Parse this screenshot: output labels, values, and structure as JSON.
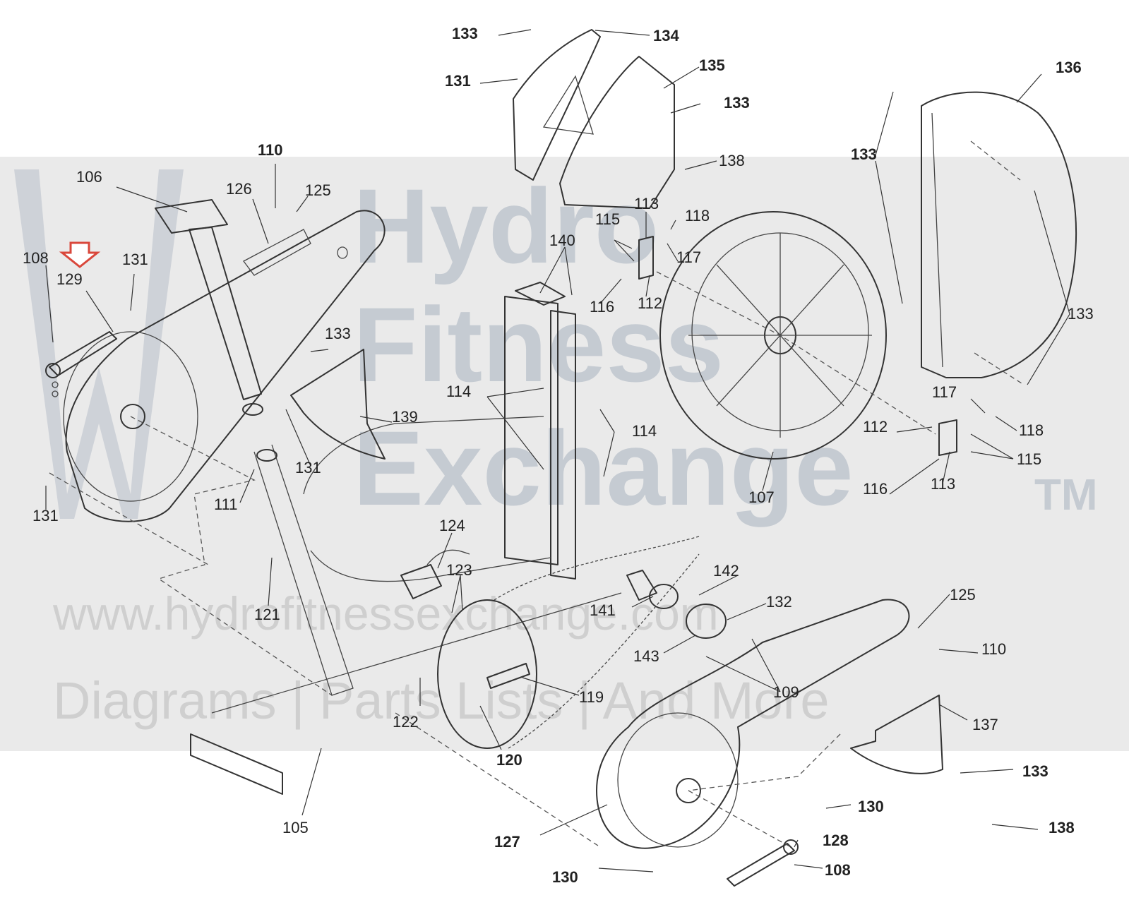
{
  "watermark": {
    "brand_line1": "Hydro",
    "brand_line2": "Fitness",
    "brand_line3": "Exchange",
    "trademark": "TM",
    "url": "www.hydrofitnessexchange.com",
    "tagline": "Diagrams | Parts Lists | And More"
  },
  "highlight_arrow_color": "#d9473b",
  "parts": [
    {
      "label": "133",
      "bold": true
    },
    {
      "label": "134",
      "bold": true
    },
    {
      "label": "131",
      "bold": true
    },
    {
      "label": "135",
      "bold": true
    },
    {
      "label": "133",
      "bold": true
    },
    {
      "label": "138",
      "bold": false
    },
    {
      "label": "136",
      "bold": true
    },
    {
      "label": "133",
      "bold": true
    },
    {
      "label": "133",
      "bold": false
    },
    {
      "label": "110",
      "bold": true
    },
    {
      "label": "106",
      "bold": false
    },
    {
      "label": "126",
      "bold": false
    },
    {
      "label": "125",
      "bold": false
    },
    {
      "label": "108",
      "bold": false
    },
    {
      "label": "129",
      "bold": false
    },
    {
      "label": "131",
      "bold": false
    },
    {
      "label": "113",
      "bold": false
    },
    {
      "label": "115",
      "bold": false
    },
    {
      "label": "118",
      "bold": false
    },
    {
      "label": "117",
      "bold": false
    },
    {
      "label": "140",
      "bold": false
    },
    {
      "label": "116",
      "bold": false
    },
    {
      "label": "112",
      "bold": false
    },
    {
      "label": "133",
      "bold": false
    },
    {
      "label": "139",
      "bold": false
    },
    {
      "label": "114",
      "bold": false
    },
    {
      "label": "114",
      "bold": false
    },
    {
      "label": "131",
      "bold": false
    },
    {
      "label": "131",
      "bold": false
    },
    {
      "label": "111",
      "bold": false
    },
    {
      "label": "117",
      "bold": false
    },
    {
      "label": "112",
      "bold": false
    },
    {
      "label": "118",
      "bold": false
    },
    {
      "label": "115",
      "bold": false
    },
    {
      "label": "116",
      "bold": false
    },
    {
      "label": "113",
      "bold": false
    },
    {
      "label": "107",
      "bold": false
    },
    {
      "label": "124",
      "bold": false
    },
    {
      "label": "123",
      "bold": false
    },
    {
      "label": "121",
      "bold": false
    },
    {
      "label": "142",
      "bold": false
    },
    {
      "label": "141",
      "bold": false
    },
    {
      "label": "132",
      "bold": false
    },
    {
      "label": "125",
      "bold": false
    },
    {
      "label": "110",
      "bold": false
    },
    {
      "label": "143",
      "bold": false
    },
    {
      "label": "109",
      "bold": false
    },
    {
      "label": "119",
      "bold": false
    },
    {
      "label": "122",
      "bold": false
    },
    {
      "label": "137",
      "bold": false
    },
    {
      "label": "120",
      "bold": true
    },
    {
      "label": "133",
      "bold": true
    },
    {
      "label": "130",
      "bold": true
    },
    {
      "label": "138",
      "bold": true
    },
    {
      "label": "105",
      "bold": false
    },
    {
      "label": "127",
      "bold": true
    },
    {
      "label": "128",
      "bold": true
    },
    {
      "label": "108",
      "bold": true
    },
    {
      "label": "130",
      "bold": true
    }
  ]
}
